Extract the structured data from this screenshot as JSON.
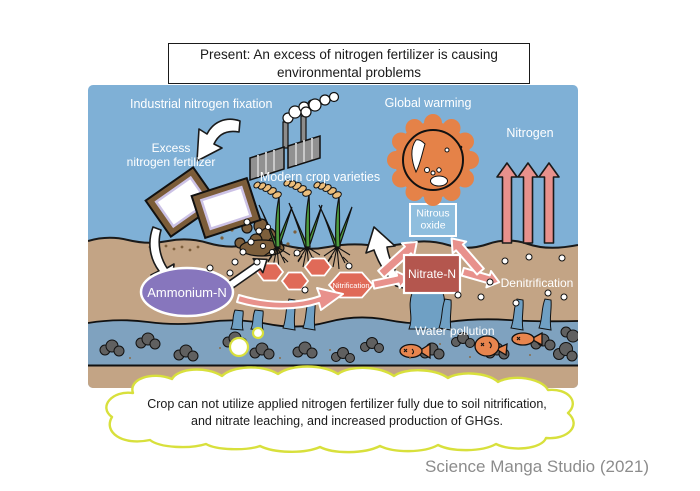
{
  "title": {
    "line1": "Present: An excess of nitrogen fertilizer is causing",
    "line2": "environmental problems"
  },
  "diagram": {
    "labels": {
      "industrial_fixation": "Industrial nitrogen fixation",
      "excess_line1": "Excess",
      "excess_line2": "nitrogen fertilizer",
      "modern_crops": "Modern crop varieties",
      "global_warming": "Global warming",
      "nitrogen": "Nitrogen",
      "nitrous_oxide_line1": "Nitrous",
      "nitrous_oxide_line2": "oxide",
      "nitrate": "Nitrate-N",
      "denitrification": "Denitrification",
      "ammonium": "Ammonium-N",
      "nitrification": "Nitrification",
      "water_pollution": "Water pollution"
    },
    "colors": {
      "sky": "#7FB0D6",
      "soil": "#C3A485",
      "water": "#7FA2BF",
      "arrow_salmon": "#E8918C",
      "ammonium_purple": "#8776BD",
      "hexagon_red": "#E06A58",
      "nitrate_red": "#B4564E",
      "nitrous_blue": "#8FBEDE",
      "globe_orange": "#E58248",
      "crop_green": "#4D9C3E",
      "grain_tan": "#ECBE7C",
      "fish_orange": "#E8854E",
      "pollution_gray": "#606060",
      "bag_brown": "#7B5C39",
      "thought_bubble_yellow": "#D8E03C"
    }
  },
  "caption": {
    "line1": "Crop can not utilize applied nitrogen fertilizer fully due to soil nitrification,",
    "line2": "and nitrate leaching, and increased production of GHGs."
  },
  "credit": "Science Manga Studio (2021)"
}
